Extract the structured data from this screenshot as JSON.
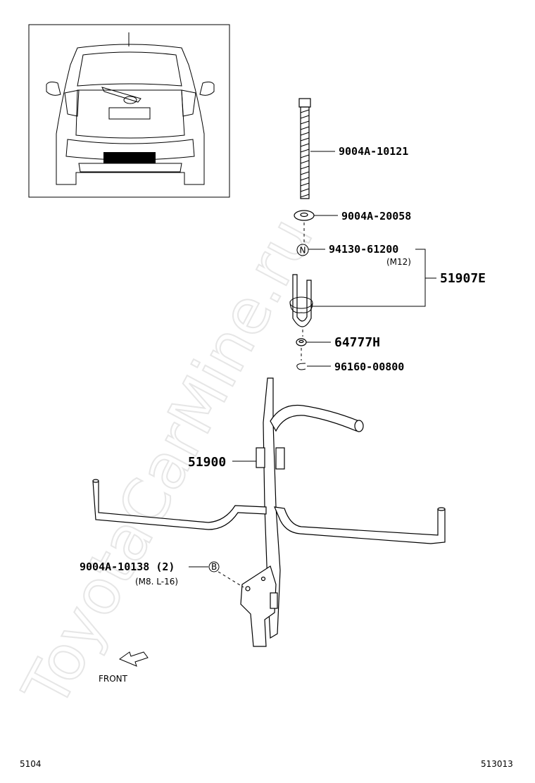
{
  "watermark": "ToyotaCarMine.ru",
  "parts": {
    "bolt": "9004A-10121",
    "washer": "9004A-20058",
    "nut": "94130-61200",
    "nut_note": "(M12)",
    "assembly": "51907E",
    "cushion": "64777H",
    "clip": "96160-00800",
    "carrier": "51900",
    "carrier_bolt": "9004A-10138 (2)",
    "carrier_bolt_note": "(M8. L-16)"
  },
  "markers": {
    "nut_marker": "N",
    "bolt_marker": "B"
  },
  "front_label": "FRONT",
  "footer": {
    "left": "5104",
    "right": "513013"
  }
}
